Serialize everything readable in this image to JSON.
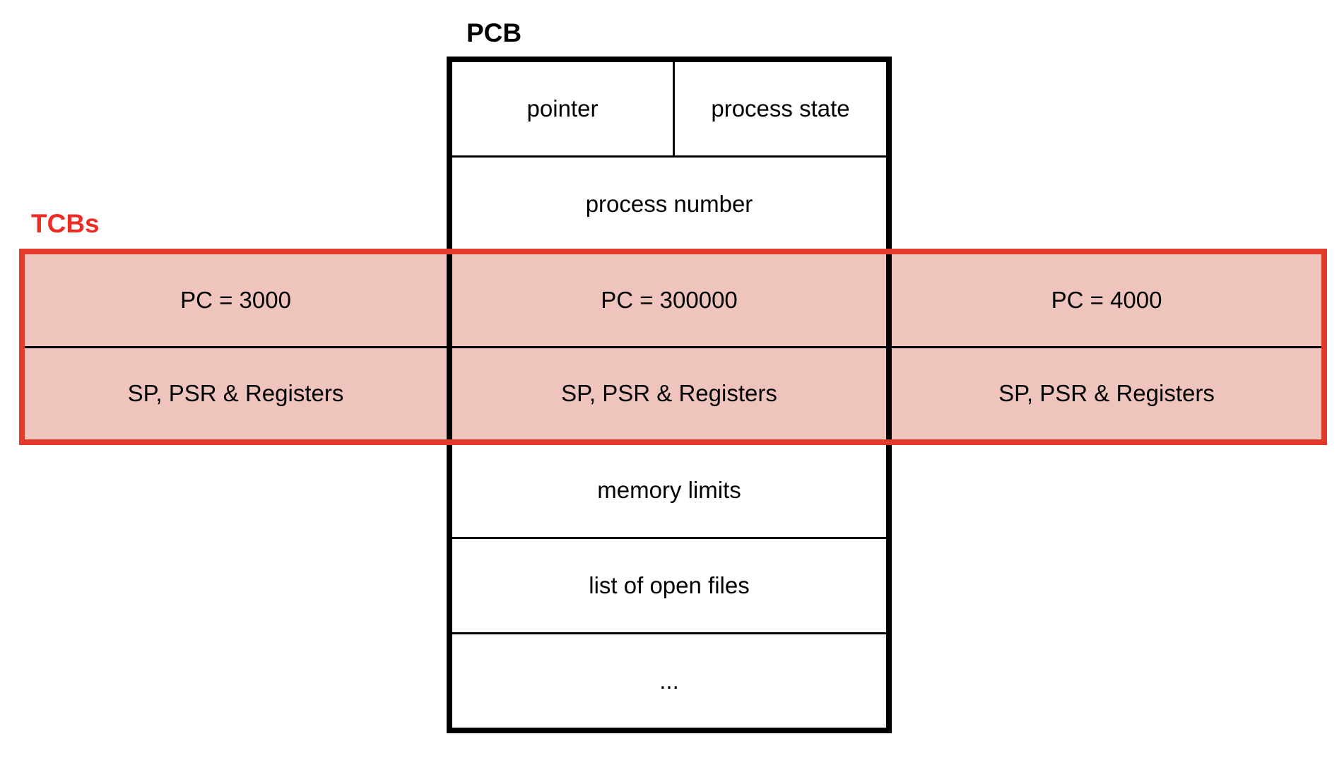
{
  "pcb": {
    "title": "PCB",
    "row_pointer": "pointer",
    "row_process_state": "process state",
    "row_process_number": "process number",
    "row_memory_limits": "memory limits",
    "row_open_files": "list of open files",
    "row_more": "..."
  },
  "tcbs": {
    "title": "TCBs",
    "threads": [
      {
        "pc": "PC = 3000",
        "state": "SP, PSR & Registers"
      },
      {
        "pc": "PC = 300000",
        "state": "SP, PSR & Registers"
      },
      {
        "pc": "PC = 4000",
        "state": "SP, PSR & Registers"
      }
    ]
  },
  "colors": {
    "band_border": "#E23B2B",
    "band_fill": "#EFC4BD",
    "label_red": "#ED2C23",
    "line": "#000000"
  }
}
